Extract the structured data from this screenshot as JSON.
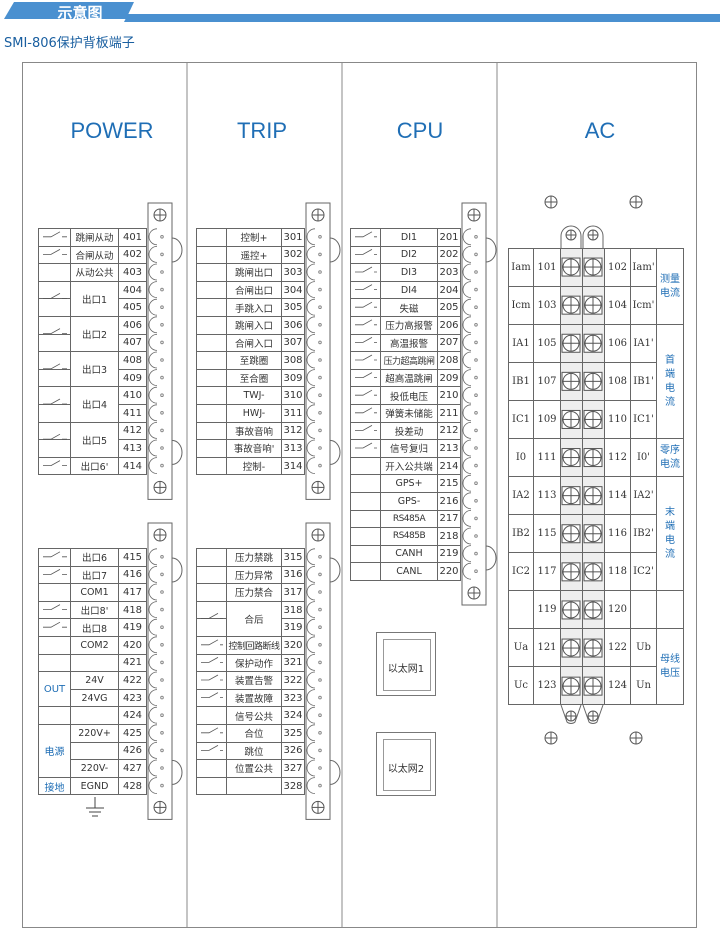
{
  "header": {
    "banner": "示意图",
    "title": "SMI-806保护背板端子",
    "accent": "#4a90d0",
    "text_color": "#1f6eb5"
  },
  "sections": {
    "power": "POWER",
    "trip": "TRIP",
    "cpu": "CPU",
    "ac": "AC"
  },
  "power_block1": [
    {
      "num": "401",
      "label": "跳闸从动",
      "contact": true
    },
    {
      "num": "402",
      "label": "合闸从动",
      "contact": true
    },
    {
      "num": "403",
      "label": "从动公共"
    },
    {
      "num": "404",
      "label": "出口1",
      "span": 2,
      "contact": true
    },
    {
      "num": "405"
    },
    {
      "num": "406",
      "label": "出口2",
      "span": 2,
      "contact": true
    },
    {
      "num": "407"
    },
    {
      "num": "408",
      "label": "出口3",
      "span": 2,
      "contact": true
    },
    {
      "num": "409"
    },
    {
      "num": "410",
      "label": "出口4",
      "span": 2,
      "contact": true
    },
    {
      "num": "411"
    },
    {
      "num": "412",
      "label": "出口5",
      "span": 2,
      "contact": true
    },
    {
      "num": "413"
    },
    {
      "num": "414",
      "label": "出口6'",
      "contact": true
    }
  ],
  "power_block2": [
    {
      "num": "415",
      "label": "出口6",
      "contact": true
    },
    {
      "num": "416",
      "label": "出口7",
      "contact": true
    },
    {
      "num": "417",
      "label": "COM1"
    },
    {
      "num": "418",
      "label": "出口8'",
      "contact": true
    },
    {
      "num": "419",
      "label": "出口8",
      "contact": true
    },
    {
      "num": "420",
      "label": "COM2"
    },
    {
      "num": "421",
      "label": ""
    },
    {
      "num": "422",
      "label": "24V",
      "side": "OUT",
      "sideSpan": 2
    },
    {
      "num": "423",
      "label": "24VG"
    },
    {
      "num": "424",
      "label": ""
    },
    {
      "num": "425",
      "label": "220V+",
      "side": "电源",
      "sideSpan": 3
    },
    {
      "num": "426",
      "label": ""
    },
    {
      "num": "427",
      "label": "220V-"
    },
    {
      "num": "428",
      "label": "EGND",
      "side": "接地",
      "sideSpan": 1
    }
  ],
  "trip_block1": [
    {
      "num": "301",
      "label": "控制+"
    },
    {
      "num": "302",
      "label": "遥控+"
    },
    {
      "num": "303",
      "label": "跳闸出口"
    },
    {
      "num": "304",
      "label": "合闸出口"
    },
    {
      "num": "305",
      "label": "手跳入口"
    },
    {
      "num": "306",
      "label": "跳闸入口"
    },
    {
      "num": "307",
      "label": "合闸入口"
    },
    {
      "num": "308",
      "label": "至跳圈"
    },
    {
      "num": "309",
      "label": "至合圈"
    },
    {
      "num": "310",
      "label": "TWJ-"
    },
    {
      "num": "311",
      "label": "HWJ-"
    },
    {
      "num": "312",
      "label": "事故音响"
    },
    {
      "num": "313",
      "label": "事故音响'"
    },
    {
      "num": "314",
      "label": "控制-"
    }
  ],
  "trip_block2": [
    {
      "num": "315",
      "label": "压力禁跳"
    },
    {
      "num": "316",
      "label": "压力异常"
    },
    {
      "num": "317",
      "label": "压力禁合"
    },
    {
      "num": "318",
      "label": "合后",
      "span": 2,
      "contact": true
    },
    {
      "num": "319"
    },
    {
      "num": "320",
      "label": "控制回路断线",
      "contact": true
    },
    {
      "num": "321",
      "label": "保护动作",
      "contact": true
    },
    {
      "num": "322",
      "label": "装置告警",
      "contact": true
    },
    {
      "num": "323",
      "label": "装置故障",
      "contact": true
    },
    {
      "num": "324",
      "label": "信号公共"
    },
    {
      "num": "325",
      "label": "合位",
      "contact": true
    },
    {
      "num": "326",
      "label": "跳位",
      "contact": true
    },
    {
      "num": "327",
      "label": "位置公共"
    },
    {
      "num": "328",
      "label": ""
    }
  ],
  "cpu_block": [
    {
      "num": "201",
      "label": "DI1",
      "contact": true
    },
    {
      "num": "202",
      "label": "DI2",
      "contact": true
    },
    {
      "num": "203",
      "label": "DI3",
      "contact": true
    },
    {
      "num": "204",
      "label": "DI4",
      "contact": true
    },
    {
      "num": "205",
      "label": "失磁",
      "contact": true
    },
    {
      "num": "206",
      "label": "压力高报警",
      "contact": true
    },
    {
      "num": "207",
      "label": "高温报警",
      "contact": true
    },
    {
      "num": "208",
      "label": "压力超高跳闸",
      "contact": true
    },
    {
      "num": "209",
      "label": "超高温跳闸",
      "contact": true
    },
    {
      "num": "210",
      "label": "投低电压",
      "contact": true
    },
    {
      "num": "211",
      "label": "弹簧未储能",
      "contact": true
    },
    {
      "num": "212",
      "label": "投差动",
      "contact": true
    },
    {
      "num": "213",
      "label": "信号复归",
      "contact": true
    },
    {
      "num": "214",
      "label": "开入公共端"
    },
    {
      "num": "215",
      "label": "GPS+"
    },
    {
      "num": "216",
      "label": "GPS-"
    },
    {
      "num": "217",
      "label": "RS485A"
    },
    {
      "num": "218",
      "label": "RS485B"
    },
    {
      "num": "219",
      "label": "CANH"
    },
    {
      "num": "220",
      "label": "CANL"
    }
  ],
  "ethernet": [
    "以太网1",
    "以太网2"
  ],
  "ac_rows": [
    {
      "l": "Iam",
      "ln": "101",
      "rn": "102",
      "r": "Iam'",
      "group": "测量电流",
      "groupSpan": 2
    },
    {
      "l": "Icm",
      "ln": "103",
      "rn": "104",
      "r": "Icm'"
    },
    {
      "l": "IA1",
      "ln": "105",
      "rn": "106",
      "r": "IA1'",
      "group": "首端电流",
      "groupSpan": 3
    },
    {
      "l": "IB1",
      "ln": "107",
      "rn": "108",
      "r": "IB1'"
    },
    {
      "l": "IC1",
      "ln": "109",
      "rn": "110",
      "r": "IC1'"
    },
    {
      "l": "I0",
      "ln": "111",
      "rn": "112",
      "r": "I0'",
      "group": "零序电流",
      "groupSpan": 1
    },
    {
      "l": "IA2",
      "ln": "113",
      "rn": "114",
      "r": "IA2'",
      "group": "末端电流",
      "groupSpan": 3
    },
    {
      "l": "IB2",
      "ln": "115",
      "rn": "116",
      "r": "IB2'"
    },
    {
      "l": "IC2",
      "ln": "117",
      "rn": "118",
      "r": "IC2'"
    },
    {
      "l": "",
      "ln": "119",
      "rn": "120",
      "r": "",
      "group": "",
      "groupSpan": 1
    },
    {
      "l": "Ua",
      "ln": "121",
      "rn": "122",
      "r": "Ub",
      "group": "母线电压",
      "groupSpan": 2
    },
    {
      "l": "Uc",
      "ln": "123",
      "rn": "124",
      "r": "Un"
    }
  ]
}
